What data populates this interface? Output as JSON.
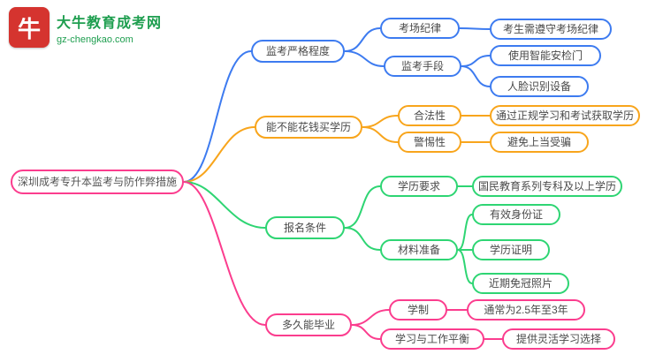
{
  "logo": {
    "brand": "大牛教育成考网",
    "domain": "gz-chengkao.com",
    "seal_text": "牛",
    "colors": {
      "seal_red": "#d5342f",
      "brand_green": "#1e9e4f"
    }
  },
  "root": {
    "label": "深圳成考专升本监考与防作弊措施",
    "color": "#fb3d8e"
  },
  "branches": [
    {
      "label": "监考严格程度",
      "color": "#3d7bf0",
      "children": [
        {
          "label": "考场纪律",
          "children": [
            {
              "label": "考生需遵守考场纪律"
            }
          ]
        },
        {
          "label": "监考手段",
          "children": [
            {
              "label": "使用智能安检门"
            },
            {
              "label": "人脸识别设备"
            }
          ]
        }
      ]
    },
    {
      "label": "能不能花钱买学历",
      "color": "#f8a51c",
      "children": [
        {
          "label": "合法性",
          "children": [
            {
              "label": "通过正规学习和考试获取学历"
            }
          ]
        },
        {
          "label": "警惕性",
          "children": [
            {
              "label": "避免上当受骗"
            }
          ]
        }
      ]
    },
    {
      "label": "报名条件",
      "color": "#2ed573",
      "children": [
        {
          "label": "学历要求",
          "children": [
            {
              "label": "国民教育系列专科及以上学历"
            }
          ]
        },
        {
          "label": "材料准备",
          "children": [
            {
              "label": "有效身份证"
            },
            {
              "label": "学历证明"
            },
            {
              "label": "近期免冠照片"
            }
          ]
        }
      ]
    },
    {
      "label": "多久能毕业",
      "color": "#fb3d8e",
      "children": [
        {
          "label": "学制",
          "children": [
            {
              "label": "通常为2.5年至3年"
            }
          ]
        },
        {
          "label": "学习与工作平衡",
          "children": [
            {
              "label": "提供灵活学习选择"
            }
          ]
        }
      ]
    }
  ]
}
